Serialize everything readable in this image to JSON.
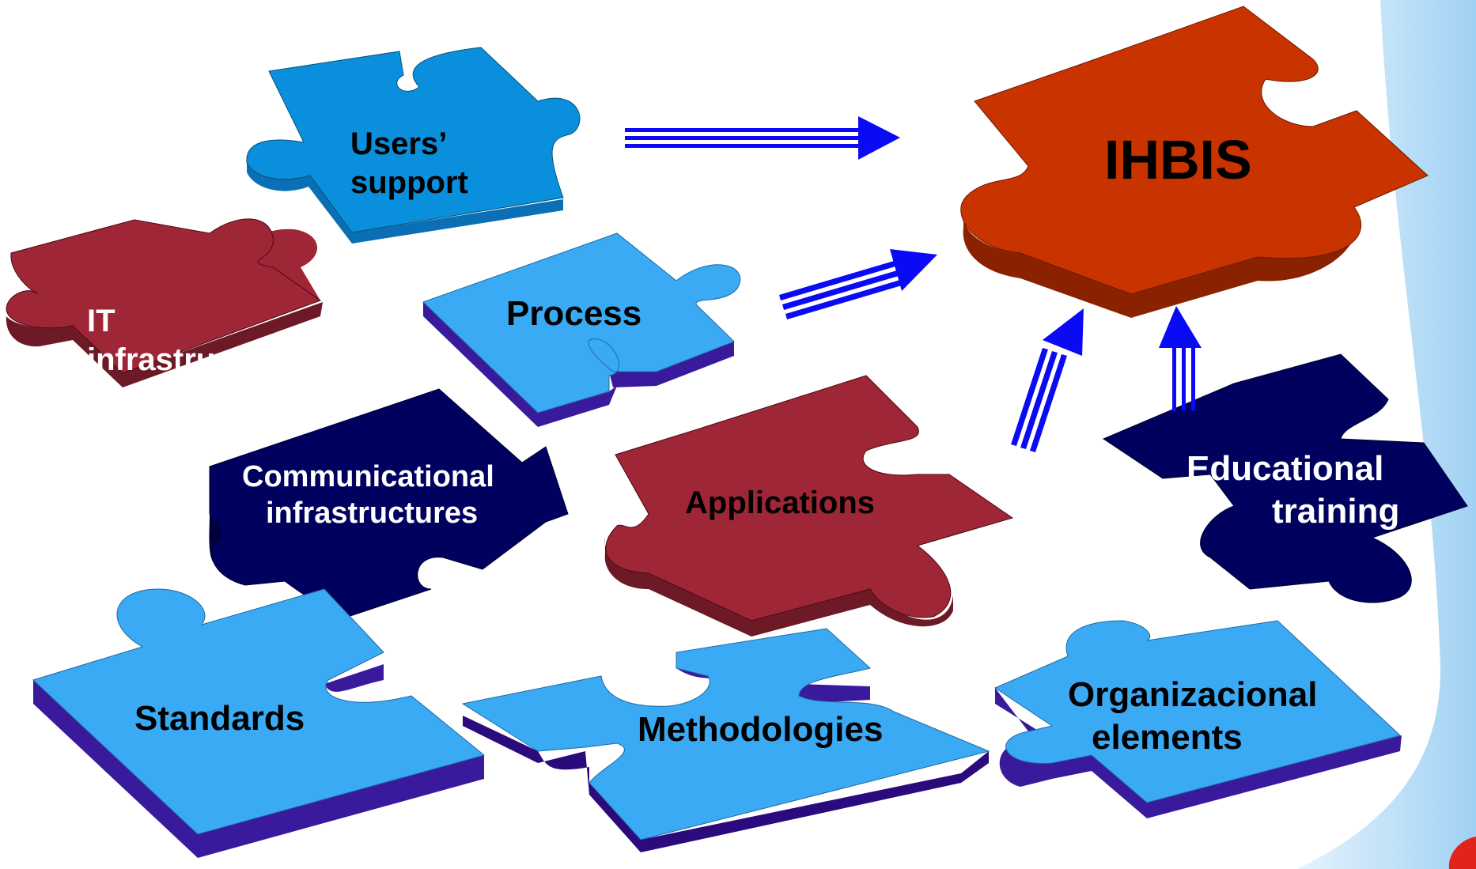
{
  "colors": {
    "light_blue": "#3aaaf5",
    "light_blue_side": "#3a1a9c",
    "medium_blue": "#0a8fdc",
    "maroon": "#9e2636",
    "navy": "#00005e",
    "orange": "#c83300",
    "arrow": "#0a0af5",
    "bg_swoosh": "#a8d6f4"
  },
  "pieces": {
    "ihbis": {
      "label": "IHBIS"
    },
    "users_support": {
      "line1": "Users’",
      "line2": "support"
    },
    "it_infrastructure": {
      "line1": "IT",
      "line2": "infrastructure"
    },
    "process": {
      "label": "Process"
    },
    "communicational": {
      "line1": "Communicational",
      "line2": "infrastructures"
    },
    "applications": {
      "label": "Applications"
    },
    "educational": {
      "line1": "Educational",
      "line2": "training"
    },
    "standards": {
      "label": "Standards"
    },
    "methodologies": {
      "label": "Methodologies"
    },
    "organizational": {
      "line1": "Organizacional",
      "line2": "elements"
    }
  }
}
